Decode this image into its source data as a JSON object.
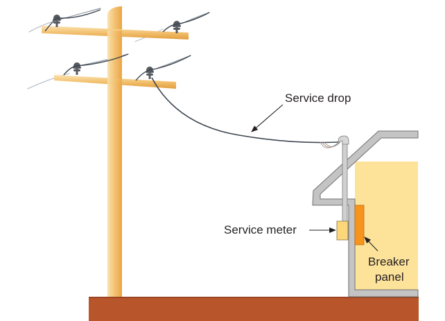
{
  "diagram": {
    "labels": {
      "service_drop": "Service drop",
      "service_meter": "Service meter",
      "breaker_panel_line1": "Breaker",
      "breaker_panel_line2": "panel"
    },
    "colors": {
      "pole": "#f0b65a",
      "pole_highlight": "#fbe2b0",
      "ground": "#b9552b",
      "house_wall": "#fde29a",
      "house_frame": "#c4c4c4",
      "meter": "#fcd77a",
      "breaker_panel": "#f7941d",
      "wire": "#3d4650",
      "insulator": "#555a60",
      "label_text": "#231f20"
    }
  }
}
